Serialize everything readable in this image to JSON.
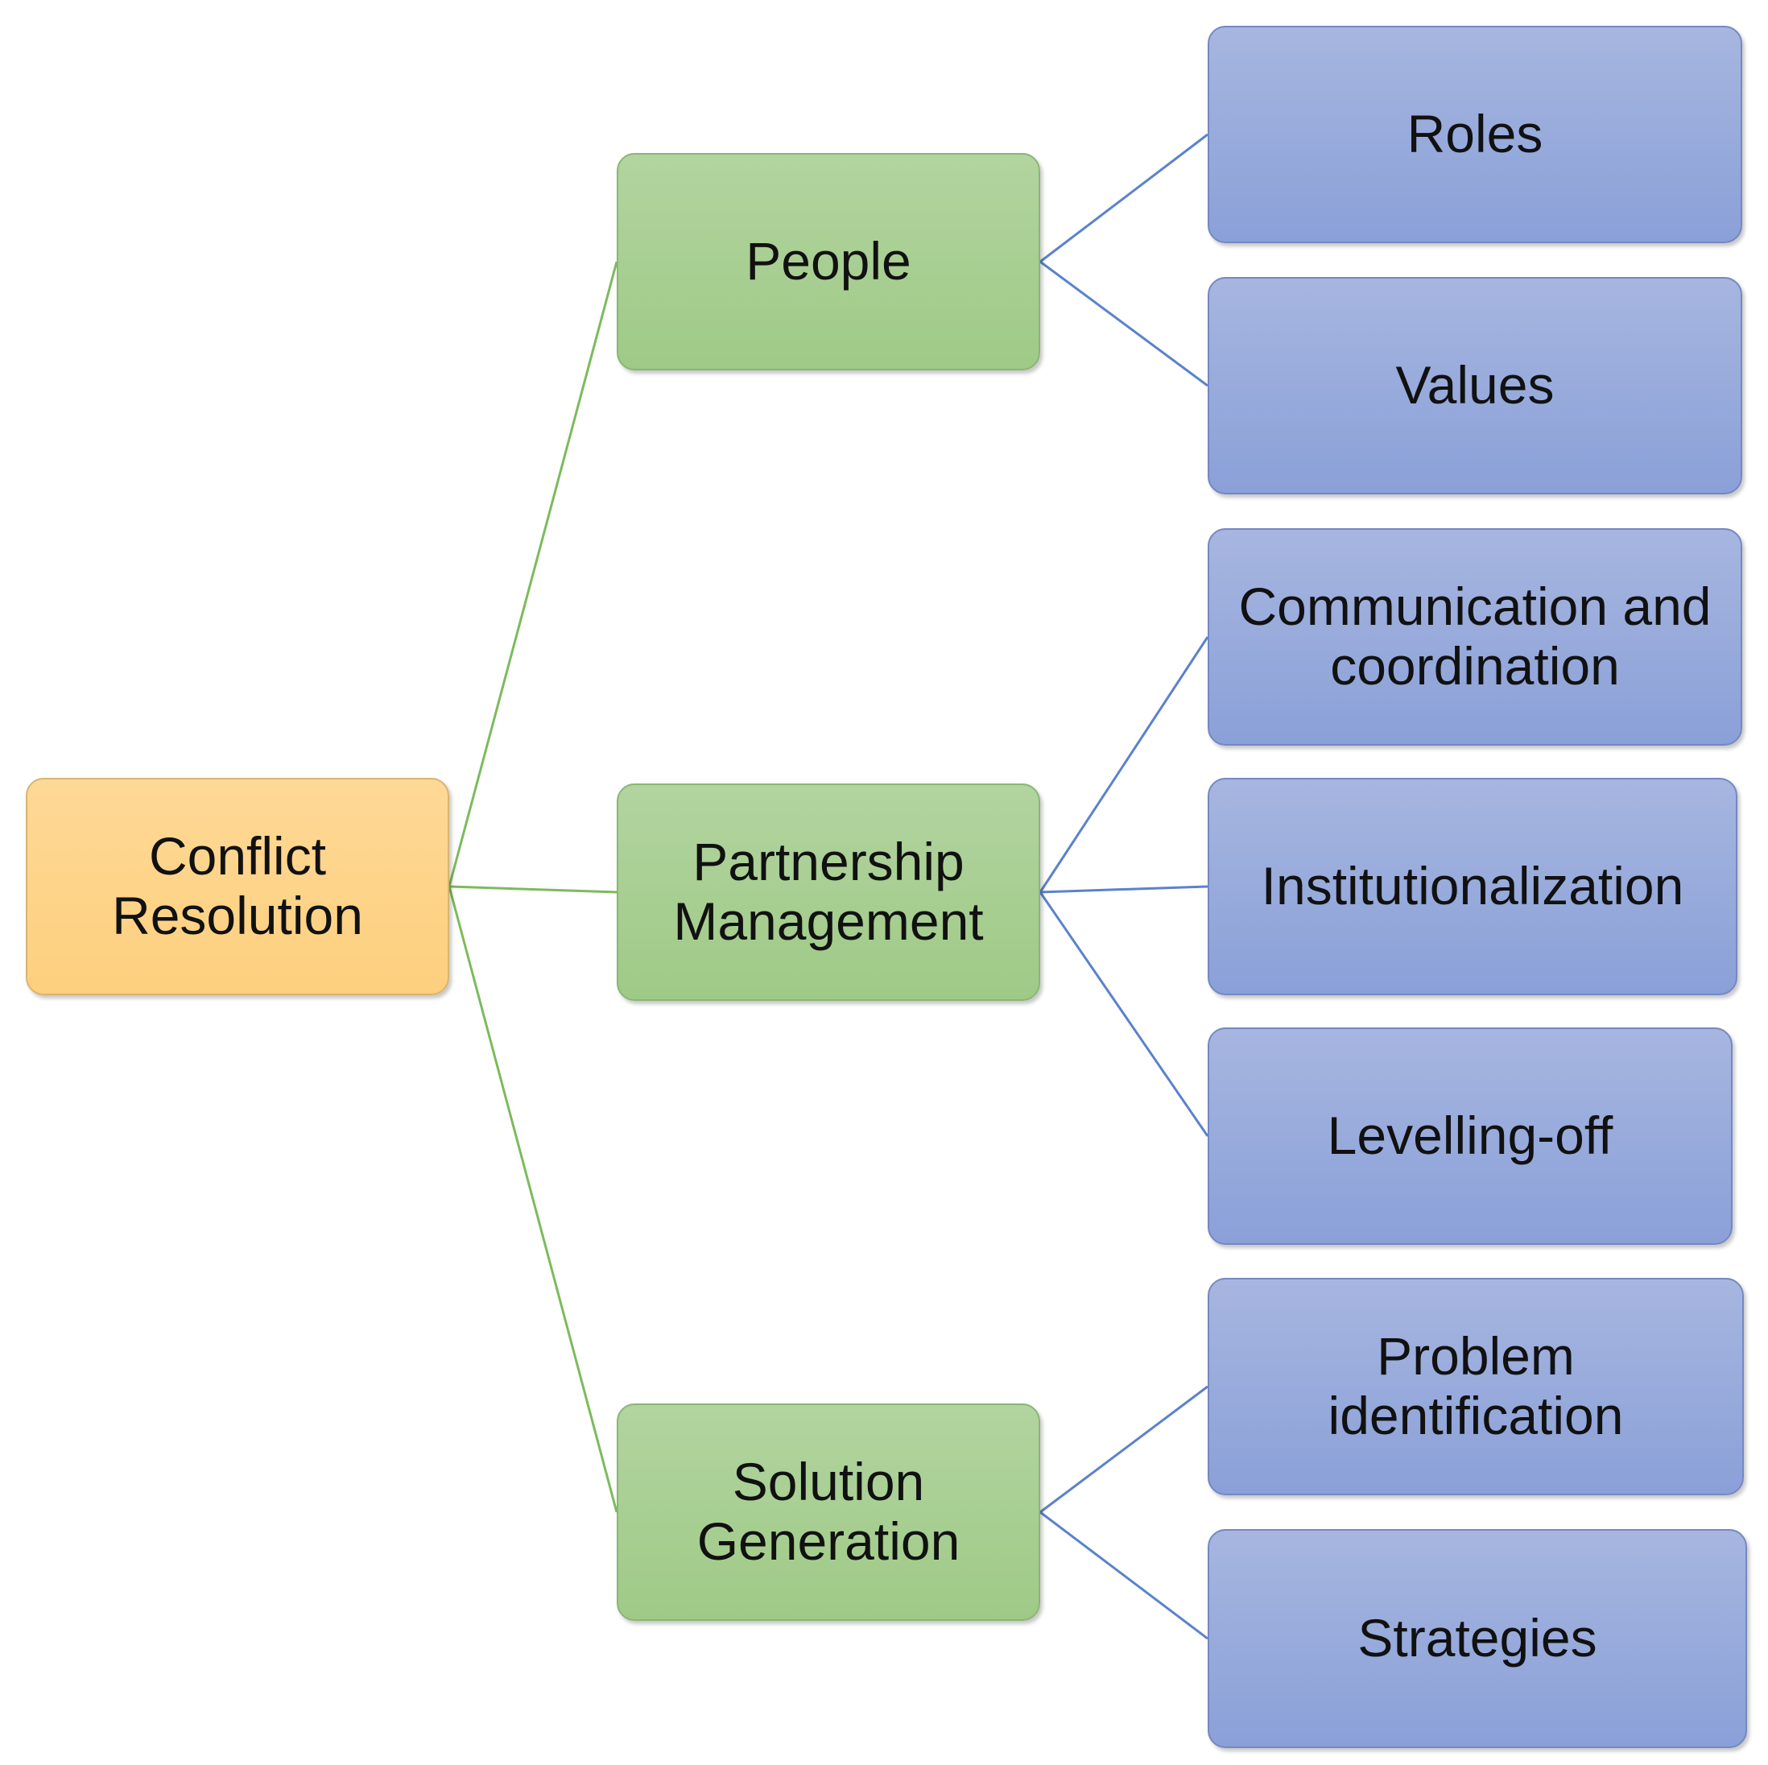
{
  "diagram": {
    "root": {
      "label": "Conflict\nResolution",
      "color": "#fdd384"
    },
    "branches": [
      {
        "label": "People",
        "color": "#a8cf93",
        "children": [
          "Roles",
          "Values"
        ]
      },
      {
        "label": "Partnership\nManagement",
        "color": "#a8cf93",
        "children": [
          "Communication and\ncoordination",
          "Institutionalization",
          "Levelling-off"
        ]
      },
      {
        "label": "Solution\nGeneration",
        "color": "#a8cf93",
        "children": [
          "Problem identification",
          "Strategies"
        ]
      }
    ],
    "leaf_color": "#98aadc",
    "root_connector_color": "#7cbb5c",
    "leaf_connector_color": "#5b82cc"
  }
}
